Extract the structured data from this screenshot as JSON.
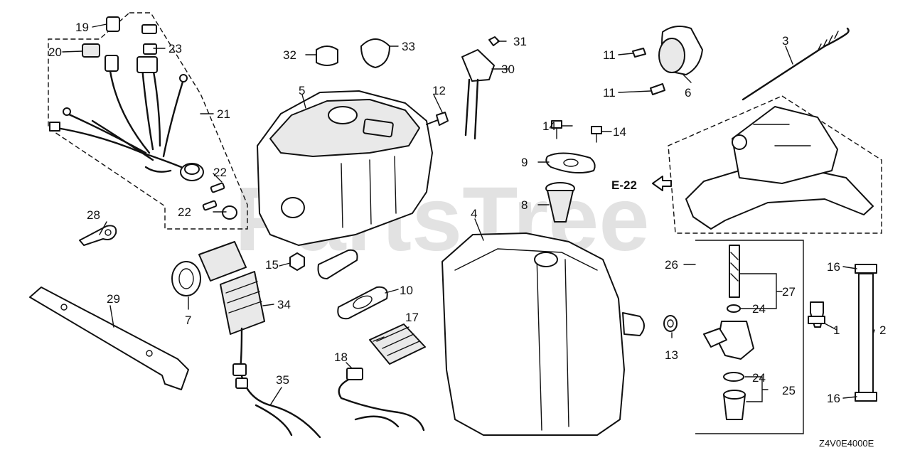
{
  "watermark": "PartsTree",
  "diagram_code": "Z4V0E4000E",
  "reference": "E-22",
  "callouts": [
    "1",
    "2",
    "3",
    "4",
    "5",
    "6",
    "7",
    "8",
    "9",
    "10",
    "11",
    "11",
    "12",
    "13",
    "14",
    "14",
    "15",
    "16",
    "16",
    "17",
    "18",
    "19",
    "20",
    "21",
    "22",
    "22",
    "23",
    "24",
    "24",
    "25",
    "26",
    "27",
    "28",
    "29",
    "30",
    "31",
    "32",
    "33",
    "34",
    "35"
  ]
}
